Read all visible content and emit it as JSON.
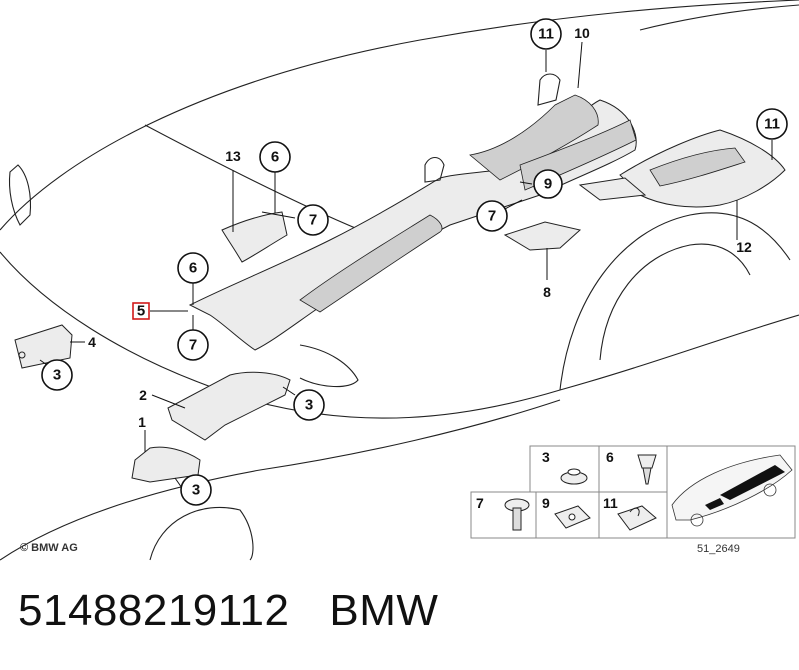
{
  "callouts": {
    "c1": "1",
    "c2": "2",
    "c3a": "3",
    "c3b": "3",
    "c3c": "3",
    "c4": "4",
    "c5": "5",
    "c6a": "6",
    "c6b": "6",
    "c7a": "7",
    "c7b": "7",
    "c7c": "7",
    "c8": "8",
    "c9": "9",
    "c10": "10",
    "c11a": "11",
    "c11b": "11",
    "c12": "12",
    "c13": "13"
  },
  "inset": {
    "labels": [
      "3",
      "6",
      "7",
      "9",
      "11"
    ],
    "drawing_number": "51_2649"
  },
  "copyright": "© BMW AG",
  "caption": {
    "part_number": "51488219112",
    "brand": "BMW"
  },
  "colors": {
    "highlight_box": "#d11a1a"
  }
}
